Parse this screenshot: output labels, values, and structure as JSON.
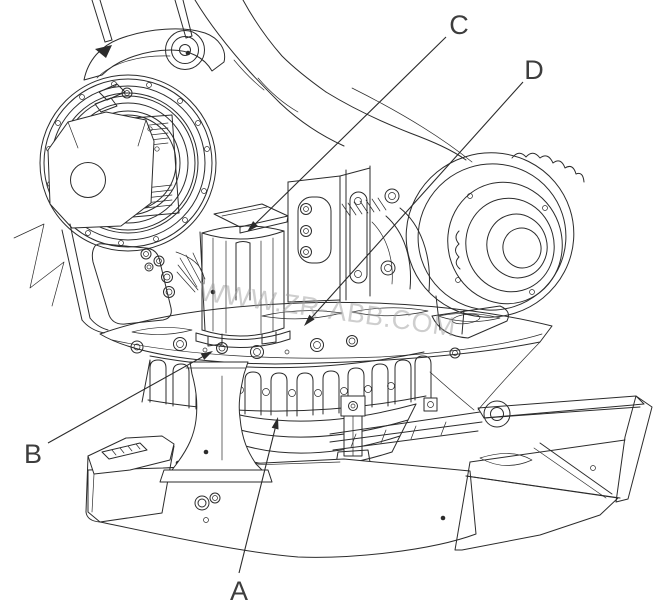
{
  "figure": {
    "alt": "Black-and-white technical line drawing of an industrial robot swing base: axis drive motor, ring gear and base frame, with callout letters",
    "background": "#ffffff",
    "line_color": "#2b2b2b",
    "label_color": "#3d3d3d"
  },
  "watermark": {
    "text": "WWW.ZR-ABB.COM",
    "color": "#9e9e9e"
  },
  "callouts": [
    {
      "label": "A",
      "points_to": "ring spacer stack under the slotted ring gear"
    },
    {
      "label": "B",
      "points_to": "small plug bolt on the swivel-base plate"
    },
    {
      "label": "C",
      "points_to": "vertical axis motor on the swivel base"
    },
    {
      "label": "D",
      "points_to": "area at the motor base next to the gear unit"
    }
  ]
}
